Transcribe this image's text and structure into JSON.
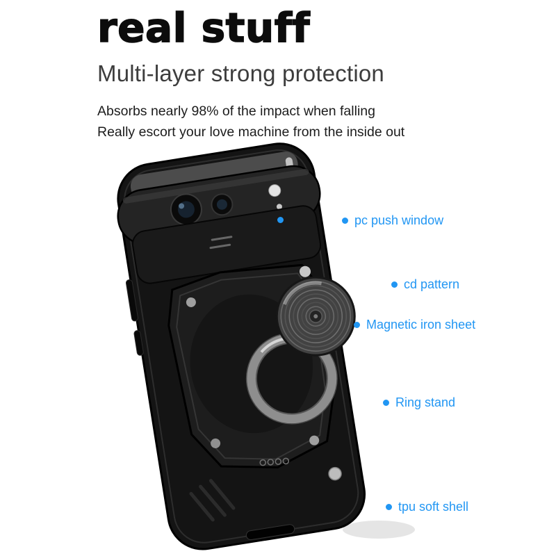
{
  "header": {
    "title": "real stuff",
    "subtitle": "Multi-layer strong protection",
    "description_line1": "Absorbs nearly 98% of the impact when falling",
    "description_line2": "Really escort your love machine from the inside out"
  },
  "callouts": [
    {
      "label": "pc push window"
    },
    {
      "label": "cd pattern"
    },
    {
      "label": "Magnetic iron sheet"
    },
    {
      "label": "Ring stand"
    },
    {
      "label": "tpu soft shell"
    }
  ],
  "illustration_alt": "black rugged phone case with slide camera cover, cd-pattern magnetic mount and ring stand",
  "colors": {
    "accent_blue": "#2196f3",
    "case_black": "#141414",
    "background": "#ffffff"
  }
}
